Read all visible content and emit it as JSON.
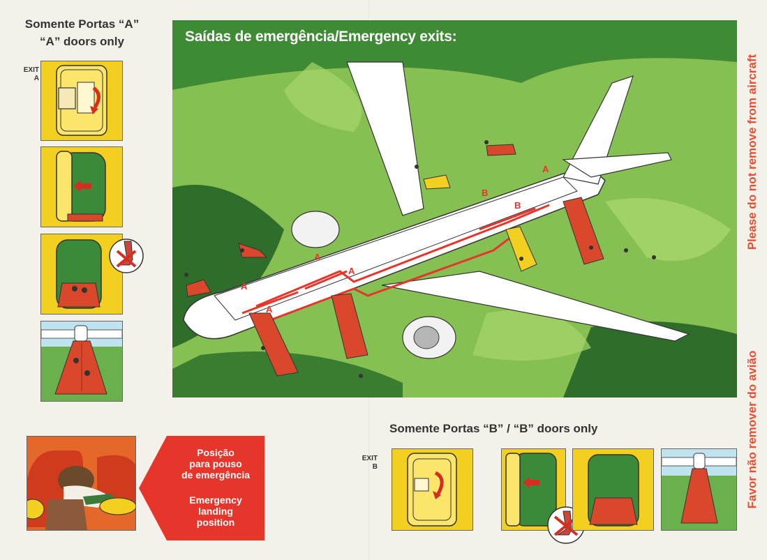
{
  "doors_a": {
    "title_pt": "Somente Portas “A”",
    "title_en": "“A” doors only",
    "exit_word": "EXIT",
    "exit_letter": "A"
  },
  "main_scene": {
    "title": "Saídas de emergência/Emergency exits:",
    "door_labels": [
      "A",
      "A",
      "A",
      "A",
      "B",
      "B",
      "A"
    ]
  },
  "side_notice": {
    "english": "Please do not remove from aircraft",
    "portuguese": "Favor não remover do avião"
  },
  "doors_b": {
    "title": "Somente Portas “B” / “B” doors only",
    "exit_word": "EXIT",
    "exit_letter": "B"
  },
  "landing": {
    "pt_line1": "Posição",
    "pt_line2": "para pouso",
    "pt_line3": "de emergência",
    "en_line1": "Emergency",
    "en_line2": "landing",
    "en_line3": "position"
  },
  "colors": {
    "accent_red": "#e6352b",
    "slide_orange": "#d9482b",
    "panel_yellow": "#f3cf1f",
    "grass_green": "#7cb74b",
    "vertical_text": "#e45034"
  }
}
